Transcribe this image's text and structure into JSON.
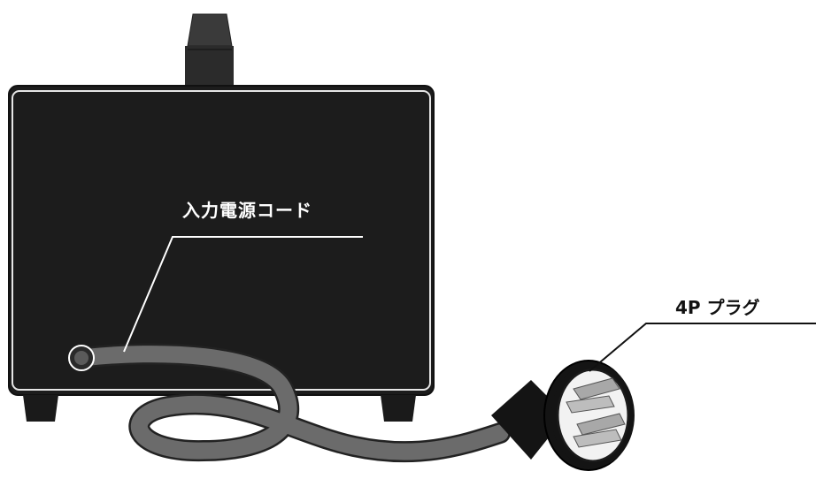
{
  "labels": {
    "power_cord": "入力電源コード",
    "plug": "4P プラグ"
  },
  "colors": {
    "body": "#1a1a1a",
    "outline": "#ffffff",
    "cord": "#6b6b6b",
    "plug_body": "#141414",
    "pins": "#a8a8a8",
    "leader_on_dark": "#ffffff",
    "leader_on_light": "#111111"
  },
  "icons": [
    "transformer-unit",
    "handle",
    "feet",
    "power-cord",
    "4p-plug"
  ]
}
